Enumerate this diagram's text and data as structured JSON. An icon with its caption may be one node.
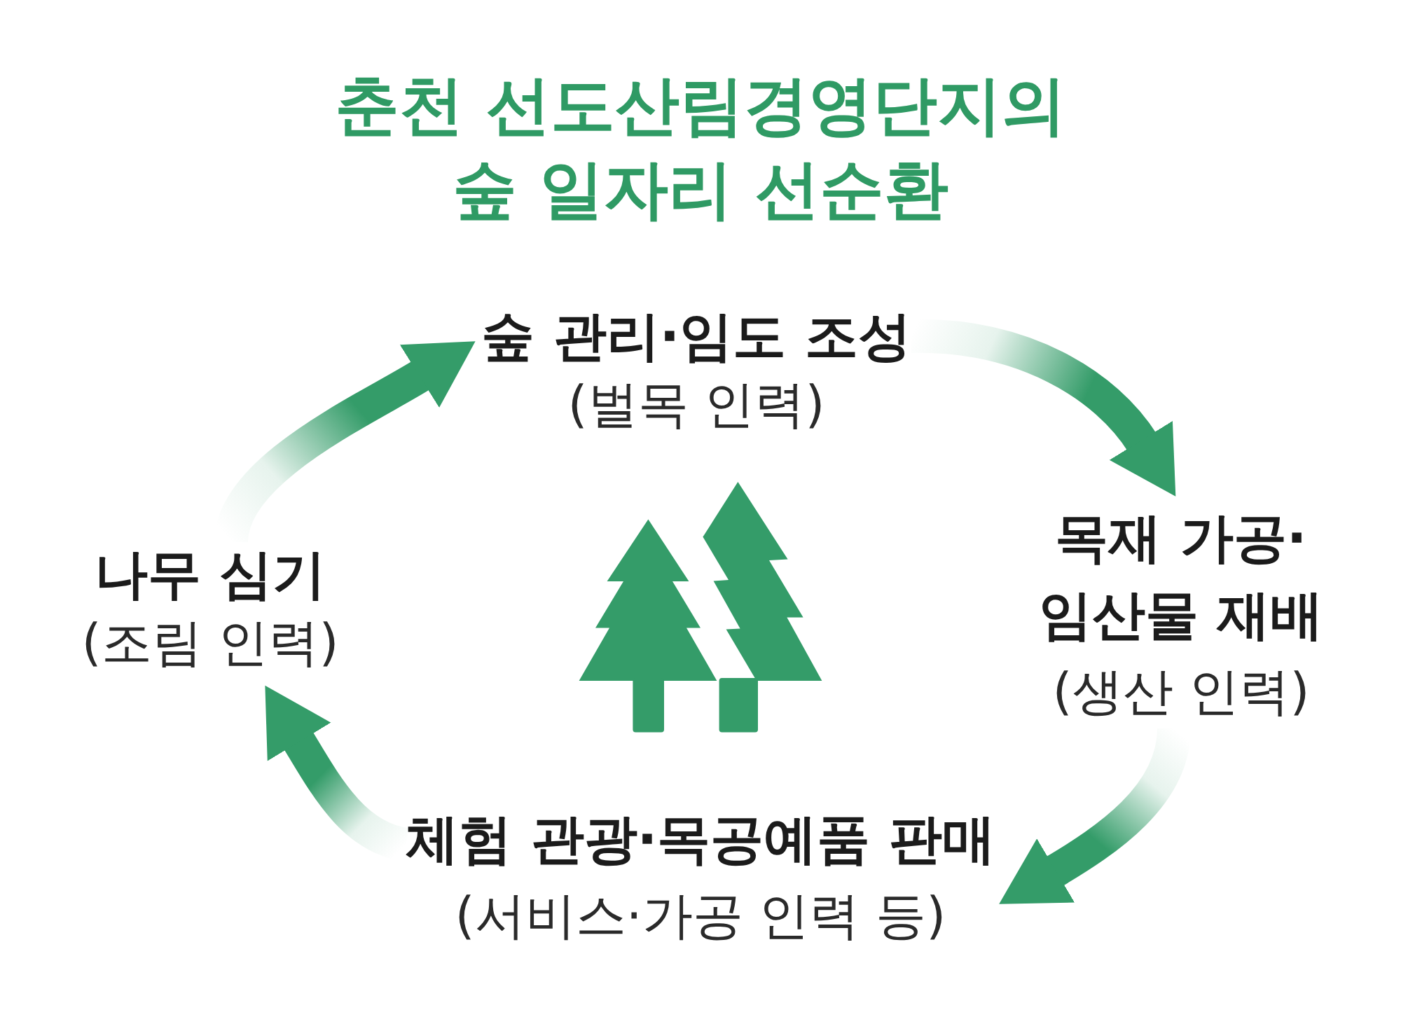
{
  "diagram": {
    "title": "춘천 선도산림경영단지의 숲 일자리 선순환",
    "nodes": [
      {
        "text": [
          "숲 관리·임도 조성",
          "(벌목 인력)"
        ]
      },
      {
        "text": [
          "목재 가공· 임산물 재배",
          "(생산 인력)"
        ]
      },
      {
        "text": [
          "체험 관광·목공예품 판매",
          "(서비스·가공 인력 등)"
        ]
      },
      {
        "text": [
          "나무 심기",
          "(조림 인력)"
        ]
      }
    ],
    "edges": [
      {
        "from": 0,
        "to": 1,
        "arrow": "to"
      },
      {
        "from": 1,
        "to": 2,
        "arrow": "to"
      },
      {
        "from": 2,
        "to": 3,
        "arrow": "to"
      },
      {
        "from": 3,
        "to": 0,
        "arrow": "to"
      }
    ]
  }
}
